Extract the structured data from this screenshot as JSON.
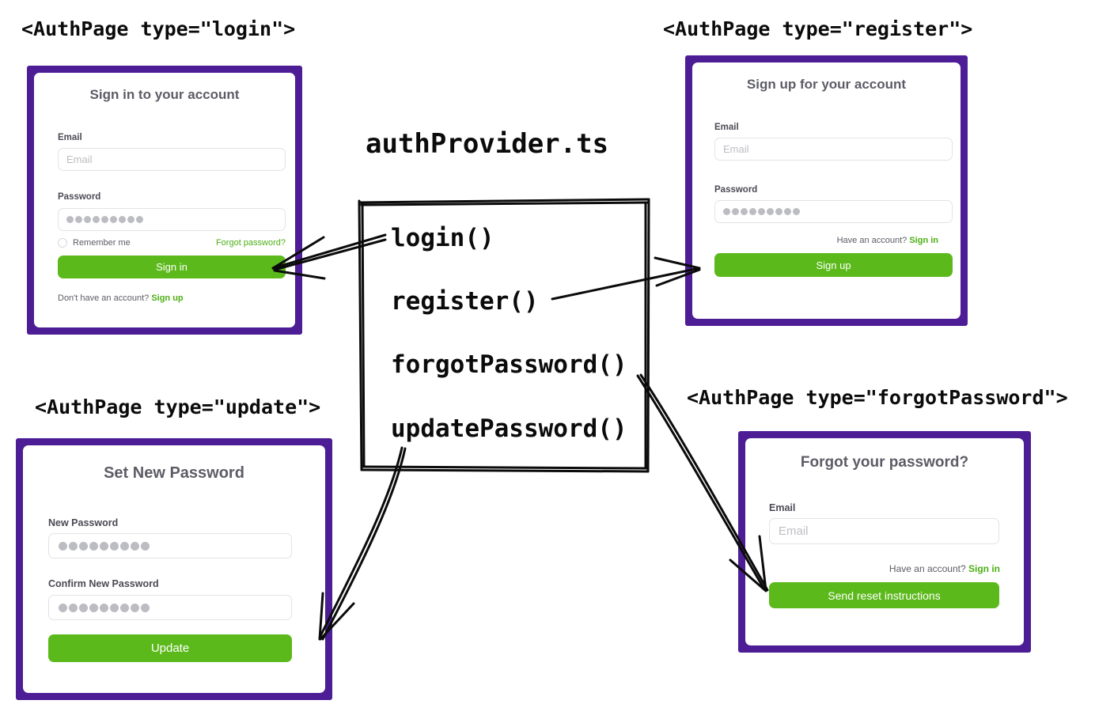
{
  "diagram": {
    "center_title": "authProvider.ts",
    "functions": [
      {
        "name": "login()"
      },
      {
        "name": "register()"
      },
      {
        "name": "forgotPassword()"
      },
      {
        "name": "updatePassword()"
      }
    ],
    "colors": {
      "card_border_purple": "#4c1d95",
      "button_green": "#5cb91b",
      "link_green": "#4caf13",
      "title_gray": "#5c5c66",
      "ink_black": "#0b0b0b"
    }
  },
  "login": {
    "tag": "<AuthPage type=\"login\">",
    "title": "Sign in to your account",
    "email_label": "Email",
    "email_placeholder": "Email",
    "password_label": "Password",
    "password_value": "●●●●●●●●●",
    "remember_label": "Remember me",
    "forgot_link": "Forgot password?",
    "submit_label": "Sign in",
    "footer_text": "Don't have an account?",
    "footer_link": "Sign up"
  },
  "register": {
    "tag": "<AuthPage type=\"register\">",
    "title": "Sign up for your account",
    "email_label": "Email",
    "email_placeholder": "Email",
    "password_label": "Password",
    "password_value": "●●●●●●●●●",
    "have_account_text": "Have an account?",
    "have_account_link": "Sign in",
    "submit_label": "Sign up"
  },
  "update": {
    "tag": "<AuthPage type=\"update\">",
    "title": "Set New Password",
    "new_password_label": "New Password",
    "new_password_value": "●●●●●●●●●",
    "confirm_password_label": "Confirm New Password",
    "confirm_password_value": "●●●●●●●●●",
    "submit_label": "Update"
  },
  "forgot": {
    "tag": "<AuthPage type=\"forgotPassword\">",
    "title": "Forgot your password?",
    "email_label": "Email",
    "email_placeholder": "Email",
    "have_account_text": "Have an account?",
    "have_account_link": "Sign in",
    "submit_label": "Send reset instructions"
  }
}
